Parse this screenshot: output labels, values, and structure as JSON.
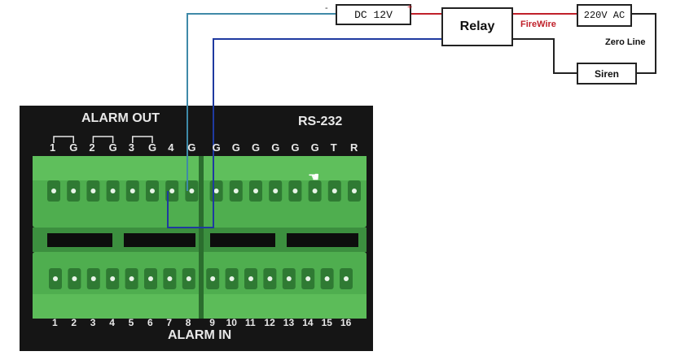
{
  "wiring": {
    "dc_supply": "DC 12V",
    "dc_minus": "-",
    "dc_plus": "+",
    "relay": "Relay",
    "firewire": "FireWire",
    "ac_supply": "220V AC",
    "zero_line": "Zero Line",
    "siren": "Siren"
  },
  "device": {
    "alarm_out_title": "ALARM OUT",
    "rs232_title": "RS-232",
    "alarm_in_title": "ALARM IN",
    "top_terminals": [
      "1",
      "G",
      "2",
      "G",
      "3",
      "G",
      "4",
      "G",
      "G",
      "G",
      "G",
      "G",
      "G",
      "G",
      "T",
      "R"
    ],
    "bottom_terminals": [
      "1",
      "2",
      "3",
      "4",
      "5",
      "6",
      "7",
      "8",
      "9",
      "10",
      "11",
      "12",
      "13",
      "14",
      "15",
      "16"
    ]
  },
  "colors": {
    "chassis": "#151515",
    "terminal_green": "#4fae4f",
    "terminal_dark": "#2f7a33",
    "firewire_red": "#c0202a",
    "wire_blue": "#1f3aa0",
    "wire_teal": "#3f8aa8"
  }
}
